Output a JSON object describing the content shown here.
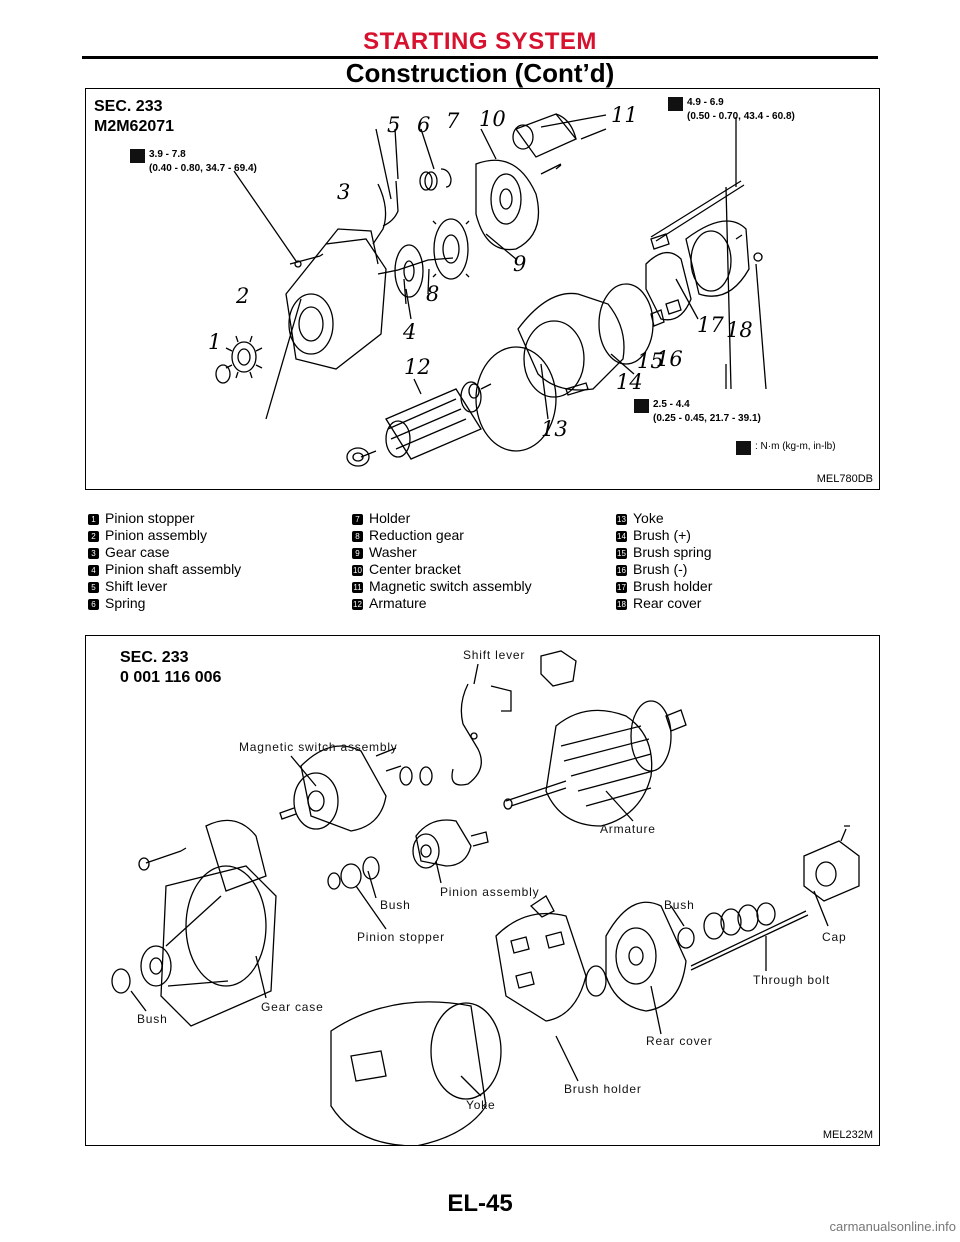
{
  "header": {
    "section": "STARTING SYSTEM",
    "title": "Construction (Cont’d)"
  },
  "figure1": {
    "sec": "SEC. 233",
    "model": "M2M62071",
    "code": "MEL780DB",
    "torque_a_line1": "3.9 - 7.8",
    "torque_a_line2": "(0.40 - 0.80, 34.7 - 69.4)",
    "torque_b_line1": "4.9 - 6.9",
    "torque_b_line2": "(0.50 - 0.70, 43.4 - 60.8)",
    "torque_c_line1": "2.5 - 4.4",
    "torque_c_line2": "(0.25 - 0.45, 21.7 - 39.1)",
    "unit_note": ": N·m (kg-m, in-lb)",
    "callouts": [
      "1",
      "2",
      "3",
      "4",
      "5",
      "6",
      "7",
      "10",
      "11",
      "8",
      "9",
      "12",
      "13",
      "14",
      "15",
      "16",
      "17",
      "18"
    ]
  },
  "legend": {
    "col1": [
      {
        "n": "1",
        "text": "Pinion stopper"
      },
      {
        "n": "2",
        "text": "Pinion assembly"
      },
      {
        "n": "3",
        "text": "Gear case"
      },
      {
        "n": "4",
        "text": "Pinion shaft assembly"
      },
      {
        "n": "5",
        "text": "Shift lever"
      },
      {
        "n": "6",
        "text": "Spring"
      }
    ],
    "col2": [
      {
        "n": "7",
        "text": "Holder"
      },
      {
        "n": "8",
        "text": "Reduction gear"
      },
      {
        "n": "9",
        "text": "Washer"
      },
      {
        "n": "10",
        "text": "Center bracket"
      },
      {
        "n": "11",
        "text": "Magnetic switch assembly"
      },
      {
        "n": "12",
        "text": "Armature"
      }
    ],
    "col3": [
      {
        "n": "13",
        "text": "Yoke"
      },
      {
        "n": "14",
        "text": "Brush (+)"
      },
      {
        "n": "15",
        "text": "Brush spring"
      },
      {
        "n": "16",
        "text": "Brush (-)"
      },
      {
        "n": "17",
        "text": "Brush holder"
      },
      {
        "n": "18",
        "text": "Rear cover"
      }
    ]
  },
  "figure2": {
    "sec": "SEC. 233",
    "model": "0 001 116 006",
    "code": "MEL232M",
    "labels": {
      "shift_lever": "Shift lever",
      "magnetic_switch": "Magnetic switch assembly",
      "armature": "Armature",
      "bush_1": "Bush",
      "pinion_assembly": "Pinion assembly",
      "pinion_stopper": "Pinion stopper",
      "bush_2": "Bush",
      "cap": "Cap",
      "through_bolt": "Through bolt",
      "bush_3": "Bush",
      "gear_case": "Gear case",
      "rear_cover": "Rear cover",
      "brush_holder": "Brush holder",
      "yoke": "Yoke"
    }
  },
  "footer": {
    "page": "EL-45",
    "watermark": "carmanualsonline.info"
  }
}
